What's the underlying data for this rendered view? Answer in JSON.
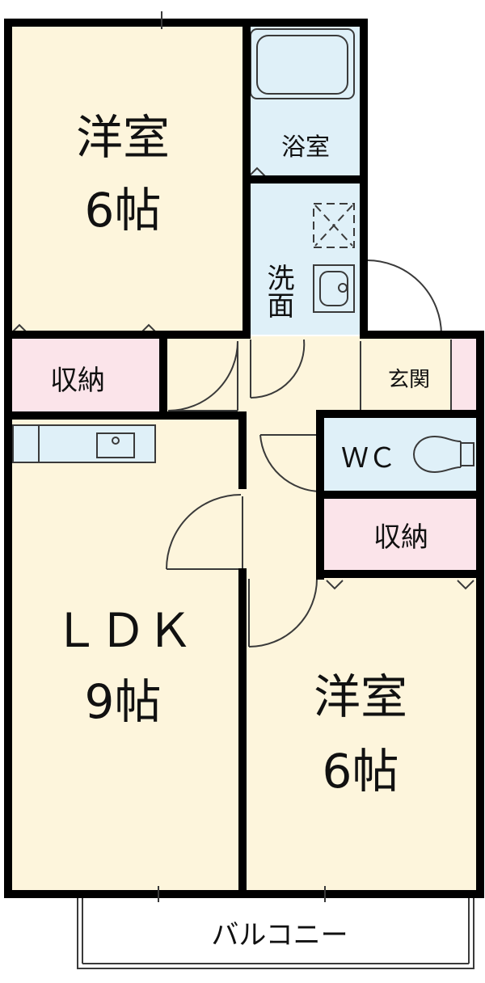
{
  "floor_plan": {
    "rooms": {
      "western_room_1": {
        "name": "洋室",
        "size": "6帖"
      },
      "bath": {
        "name": "浴室"
      },
      "washroom": {
        "name": "洗面"
      },
      "storage_1": {
        "name": "収納"
      },
      "entrance": {
        "name": "玄関"
      },
      "wc": {
        "name": "ＷＣ"
      },
      "storage_2": {
        "name": "収納"
      },
      "ldk": {
        "name": "ＬＤＫ",
        "size": "9帖"
      },
      "western_room_2": {
        "name": "洋室",
        "size": "6帖"
      },
      "balcony": {
        "name": "バルコニー"
      }
    },
    "colors": {
      "room": "#fdf5dc",
      "wet_area": "#dff0f8",
      "storage": "#fbe4ea",
      "wall": "#000000",
      "outline": "#3a3a3a",
      "background": "#ffffff"
    }
  }
}
